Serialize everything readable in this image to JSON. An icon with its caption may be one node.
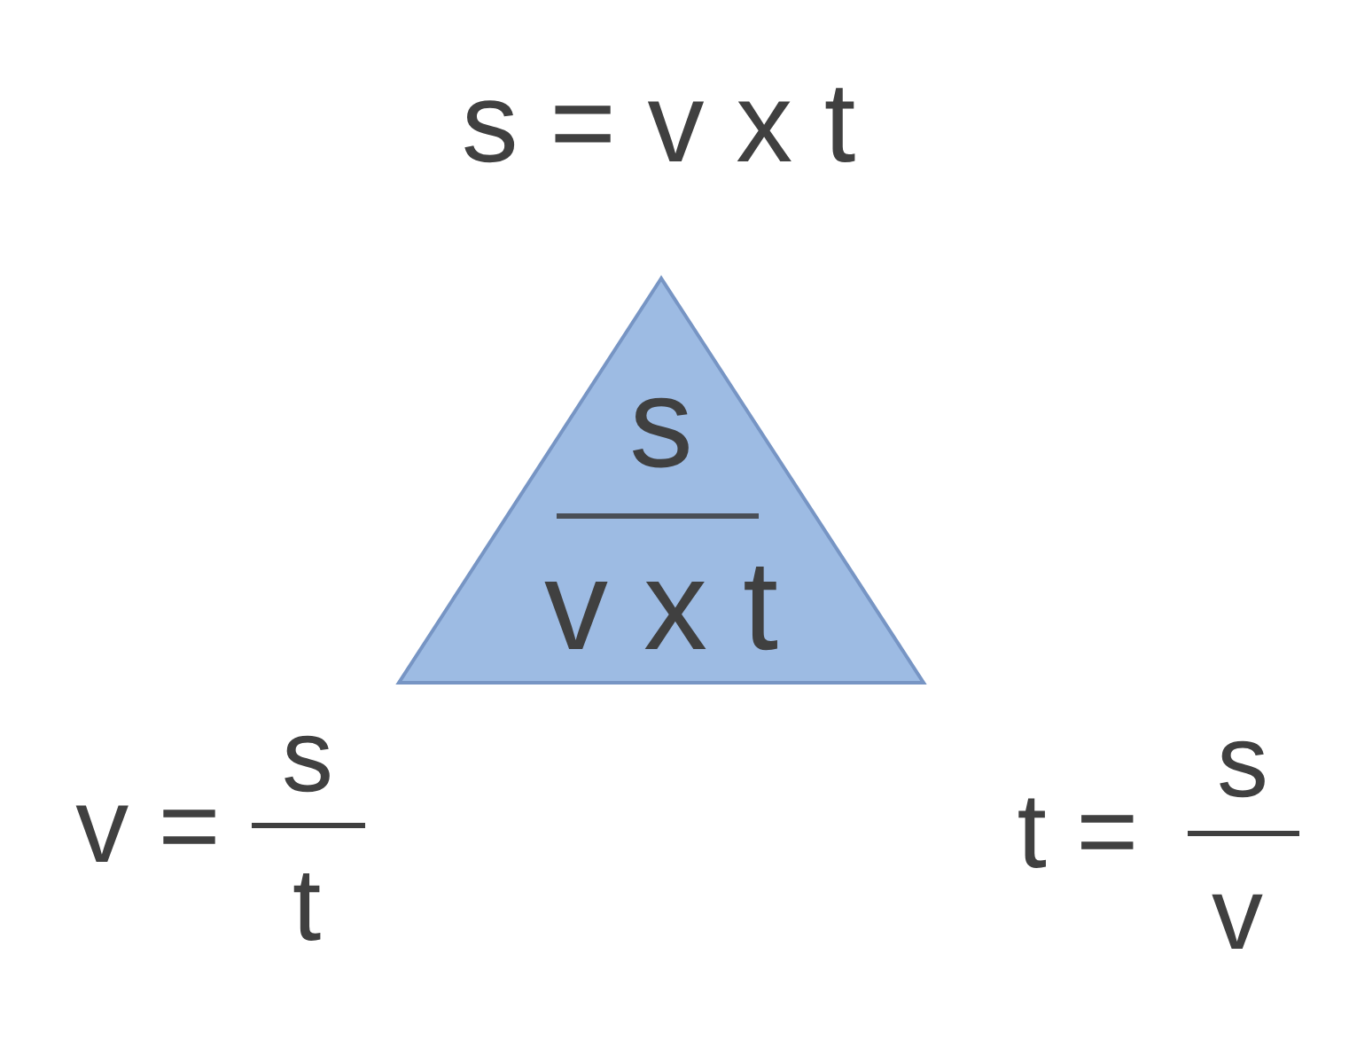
{
  "diagram": {
    "nodes": [
      {
        "text": [
          "s",
          "v x t"
        ]
      }
    ],
    "labels": [
      "s = v x t",
      "v =",
      "s",
      "t",
      "t =",
      "s",
      "v"
    ]
  }
}
